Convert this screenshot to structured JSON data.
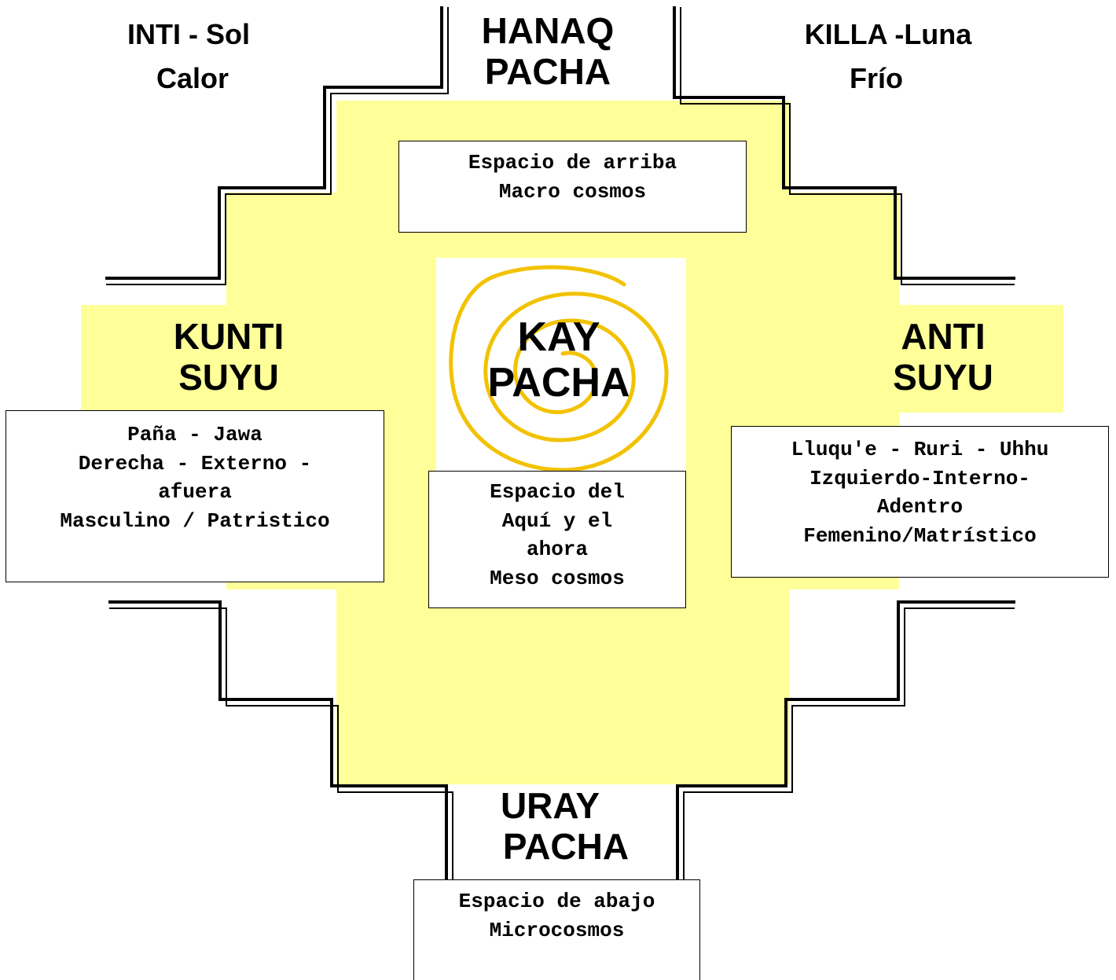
{
  "colors": {
    "background": "#ffffff",
    "field": "#ffff99",
    "spiral": "#f2c200",
    "stroke": "#000000"
  },
  "corners": {
    "top_left": {
      "line1": "INTI - Sol",
      "line2": "Calor"
    },
    "top_right": {
      "line1": "KILLA -Luna",
      "line2": "Frío"
    }
  },
  "regions": {
    "top": {
      "line1": "HANAQ",
      "line2": "PACHA"
    },
    "left": {
      "line1": "KUNTI",
      "line2": "SUYU"
    },
    "center": {
      "line1": "KAY",
      "line2": "PACHA"
    },
    "right": {
      "line1": "ANTI",
      "line2": "SUYU"
    },
    "bottom": {
      "line1": "URAY",
      "line2": "PACHA"
    }
  },
  "boxes": {
    "top": [
      "Espacio de arriba",
      "Macro cosmos"
    ],
    "left": [
      "Paña - Jawa",
      "Derecha - Externo -",
      "afuera",
      "Masculino / Patristico"
    ],
    "center": [
      "Espacio del",
      "Aquí y el",
      "ahora",
      "Meso cosmos"
    ],
    "right": [
      "Lluqu'e - Ruri - Uhhu",
      "Izquierdo-Interno-",
      "Adentro",
      "Femenino/Matrístico"
    ],
    "bottom": [
      "Espacio de abajo",
      "Microcosmos"
    ]
  }
}
